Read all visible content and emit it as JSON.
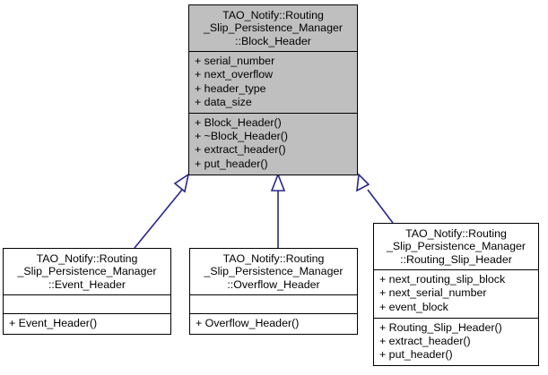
{
  "diagram": {
    "type": "uml-class-inheritance",
    "title": "TAO_Notify::Routing_Slip_Persistence_Manager::Block_Header inheritance diagram",
    "colors": {
      "base_fill": "#bfbfbf",
      "derived_fill": "#ffffff",
      "border": "#000000",
      "edge": "#26268c",
      "background": "#ffffff"
    },
    "classes": [
      {
        "id": "block_header",
        "role": "base",
        "name": "TAO_Notify::Routing\n_Slip_Persistence_Manager\n::Block_Header",
        "attributes": [
          "+ serial_number",
          "+ next_overflow",
          "+ header_type",
          "+ data_size"
        ],
        "operations": [
          "+ Block_Header()",
          "+ ~Block_Header()",
          "+ extract_header()",
          "+ put_header()"
        ]
      },
      {
        "id": "event_header",
        "role": "derived",
        "name": "TAO_Notify::Routing\n_Slip_Persistence_Manager\n::Event_Header",
        "attributes": [],
        "operations": [
          "+ Event_Header()"
        ]
      },
      {
        "id": "overflow_header",
        "role": "derived",
        "name": "TAO_Notify::Routing\n_Slip_Persistence_Manager\n::Overflow_Header",
        "attributes": [],
        "operations": [
          "+ Overflow_Header()"
        ]
      },
      {
        "id": "routing_slip_header",
        "role": "derived",
        "name": "TAO_Notify::Routing\n_Slip_Persistence_Manager\n::Routing_Slip_Header",
        "attributes": [
          "+ next_routing_slip_block",
          "+ next_serial_number",
          "+ event_block"
        ],
        "operations": [
          "+ Routing_Slip_Header()",
          "+ extract_header()",
          "+ put_header()"
        ]
      }
    ],
    "edges": [
      {
        "from": "event_header",
        "to": "block_header",
        "kind": "generalization"
      },
      {
        "from": "overflow_header",
        "to": "block_header",
        "kind": "generalization"
      },
      {
        "from": "routing_slip_header",
        "to": "block_header",
        "kind": "generalization"
      }
    ]
  }
}
